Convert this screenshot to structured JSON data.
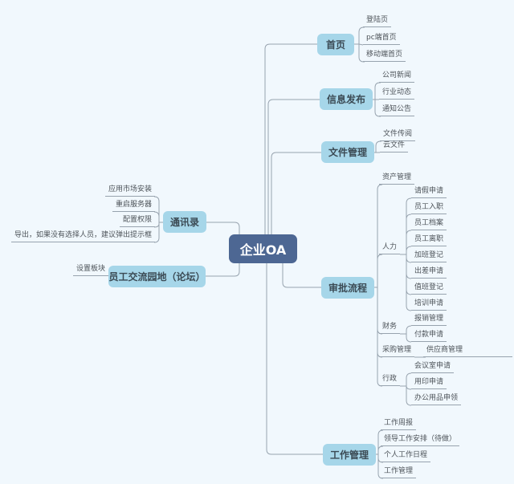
{
  "colors": {
    "background": "#f1f8fd",
    "root_node_bg": "#4d6793",
    "root_node_text": "#ffffff",
    "branch_node_bg": "#a6d6e9",
    "branch_node_text": "#3b4a54",
    "line": "#97a3ae",
    "leaf_text": "#4d5359"
  },
  "root": {
    "label": "企业OA"
  },
  "home": {
    "label": "首页",
    "children": [
      "登陆页",
      "pc端首页",
      "移动端首页"
    ]
  },
  "publish": {
    "label": "信息发布",
    "children": [
      "公司新闻",
      "行业动态",
      "通知公告"
    ]
  },
  "files": {
    "label": "文件管理",
    "children": [
      "文件传阅",
      "云文件"
    ]
  },
  "approval": {
    "label": "审批流程",
    "asset": {
      "label": "资产管理"
    },
    "hr": {
      "label": "人力",
      "children": [
        "请假申请",
        "员工入职",
        "员工档案",
        "员工离职",
        "加班登记",
        "出差申请",
        "值班登记",
        "培训申请"
      ]
    },
    "finance": {
      "label": "财务",
      "children": [
        "报销管理",
        "付款申请"
      ]
    },
    "purchasing": {
      "label": "采购管理",
      "children": [
        "供应商管理"
      ]
    },
    "admin": {
      "label": "行政",
      "children": [
        "会议室申请",
        "用印申请",
        "办公用品申领"
      ]
    }
  },
  "work": {
    "label": "工作管理",
    "children": [
      "工作周报",
      "领导工作安排（待做）",
      "个人工作日程",
      "工作管理"
    ]
  },
  "contacts": {
    "label": "通讯录",
    "children": [
      "应用市场安装",
      "重启服务器",
      "配置权限",
      "导出，如果没有选择人员，建议弹出提示框"
    ]
  },
  "forum": {
    "label": "员工交流园地（论坛）",
    "children": [
      "设置板块"
    ]
  }
}
